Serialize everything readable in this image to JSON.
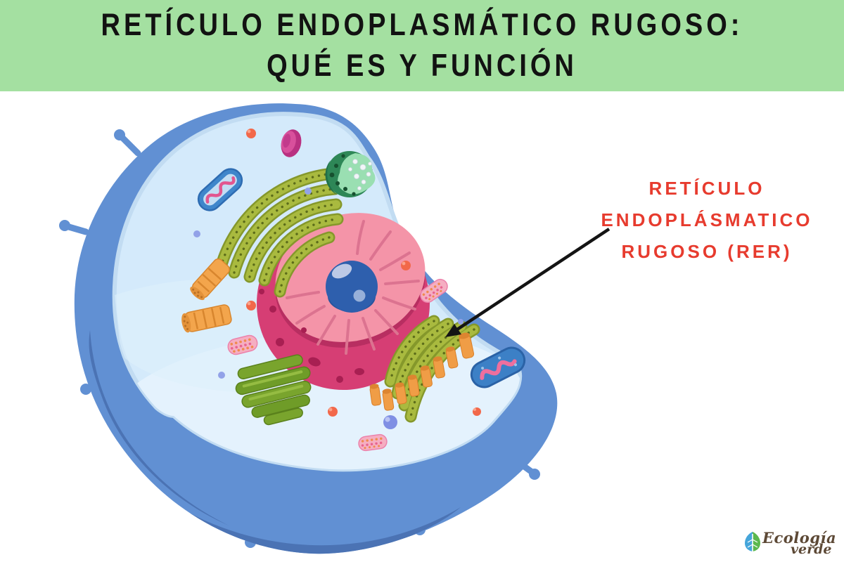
{
  "header": {
    "title_line1": "RETÍCULO ENDOPLASMÁTICO RUGOSO:",
    "title_line2": "QUÉ ES Y FUNCIÓN",
    "background": "#a4e0a1",
    "text_color": "#121212"
  },
  "annotation": {
    "line1": "RETÍCULO",
    "line2": "ENDOPLÁSMATICO",
    "line3": "RUGOSO (RER)",
    "text_color": "#e73b2e",
    "arrow_color": "#141414"
  },
  "illustration": {
    "subject": "animal-cell-cutaway",
    "organelles": [
      "cell-membrane",
      "cytoplasm",
      "nucleus",
      "nucleolus",
      "rough-endoplasmic-reticulum-left",
      "rough-endoplasmic-reticulum-right",
      "golgi-apparatus",
      "mitochondrion-left",
      "mitochondrion-right",
      "centrioles",
      "lysosome",
      "vacuole-green",
      "ribosome-clusters",
      "vesicles",
      "membrane-spikes"
    ],
    "palette": {
      "membrane": "#6190d3",
      "membrane_shadow": "#4b73b4",
      "membrane_inner_line": "#c2dcf2",
      "cytoplasm": "#d4eafb",
      "cut_floor": "#e4f2fd",
      "nucleus_envelope": "#d63e74",
      "nucleus_spots": "#a81f52",
      "nucleoplasm": "#f494a8",
      "nucleolus": "#2e5fad",
      "rough_er_green": "#a9ba3f",
      "golgi_green": "#6f9c28",
      "mitochondrion_blue": "#3f86cb",
      "cristae_pink": "#e2568f",
      "centriole_orange": "#f3a54c",
      "vesicle_orange": "#f2684a",
      "vesicle_lavender": "#92a2e8",
      "vacuole_green": "#2e8757",
      "lysosome_magenta": "#c13a86"
    }
  },
  "logo": {
    "word1": "Ecología",
    "word2": "verde",
    "text_color": "#5d4936",
    "leaf_blue": "#45a5da",
    "leaf_green": "#5cb84e"
  }
}
